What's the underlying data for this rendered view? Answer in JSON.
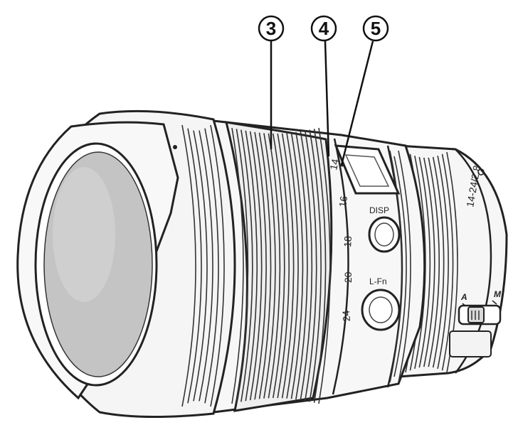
{
  "callouts": [
    {
      "number": "3"
    },
    {
      "number": "4"
    },
    {
      "number": "5"
    }
  ],
  "lens": {
    "model_marking": "14-24/2.8",
    "focal_scale": [
      "14",
      "16",
      "18",
      "20",
      "24"
    ],
    "buttons": {
      "disp": "DISP",
      "lfn": "L-Fn"
    },
    "switch": {
      "left": "A",
      "right": "M"
    }
  },
  "colors": {
    "line": "#222222",
    "body": "#f4f4f4",
    "glass": "#bfbfbf"
  }
}
